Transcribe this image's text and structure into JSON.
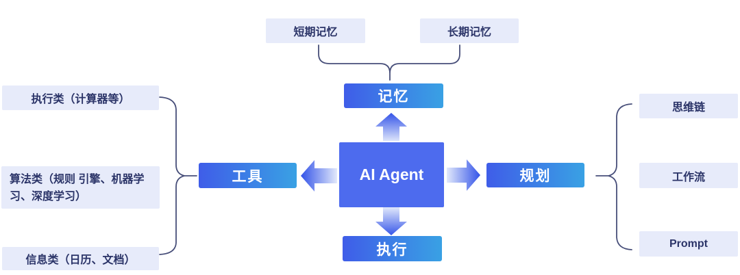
{
  "diagram_title": "AI Agent",
  "colors": {
    "hub_gradient_start": "#3f5de8",
    "hub_gradient_end": "#39a1e4",
    "center_fill": "#4d6bee",
    "leaf_background": "#e7ebfa",
    "leaf_text": "#2b3468",
    "arrow_solid": "#3353e8",
    "arrow_fade": "#e9effc",
    "connector_stroke": "#474e79"
  },
  "center": {
    "label": "AI Agent"
  },
  "branches": {
    "memory": {
      "hub": "记忆",
      "items": [
        "短期记忆",
        "长期记忆"
      ]
    },
    "tools": {
      "hub": "工具",
      "items": [
        "执行类（计算器等）",
        "算法类（规则 引擎、机器学习、深度学习）",
        "信息类（日历、文档）"
      ]
    },
    "planning": {
      "hub": "规划",
      "items": [
        "思维链",
        "工作流",
        "Prompt"
      ]
    },
    "execution": {
      "hub": "执行"
    }
  }
}
